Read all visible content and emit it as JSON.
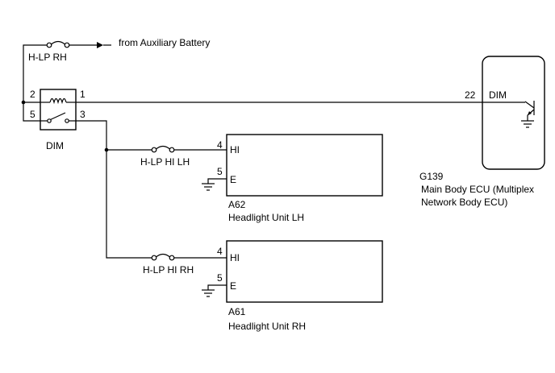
{
  "source": {
    "label": "from Auxiliary Battery"
  },
  "relay": {
    "fuse_label": "H-LP RH",
    "name": "DIM",
    "pins": {
      "p2": "2",
      "p5": "5",
      "p1": "1",
      "p3": "3"
    }
  },
  "ecu": {
    "pin": "22",
    "signal": "DIM",
    "code": "G139",
    "name_line1": "Main Body ECU (Multiplex",
    "name_line2": "Network Body ECU)"
  },
  "headlight_lh": {
    "fuse_label": "H-LP HI LH",
    "pin_hi": "4",
    "pin_e": "5",
    "label_hi": "HI",
    "label_e": "E",
    "code": "A62",
    "name": "Headlight Unit LH"
  },
  "headlight_rh": {
    "fuse_label": "H-LP HI RH",
    "pin_hi": "4",
    "pin_e": "5",
    "label_hi": "HI",
    "label_e": "E",
    "code": "A61",
    "name": "Headlight Unit RH"
  }
}
